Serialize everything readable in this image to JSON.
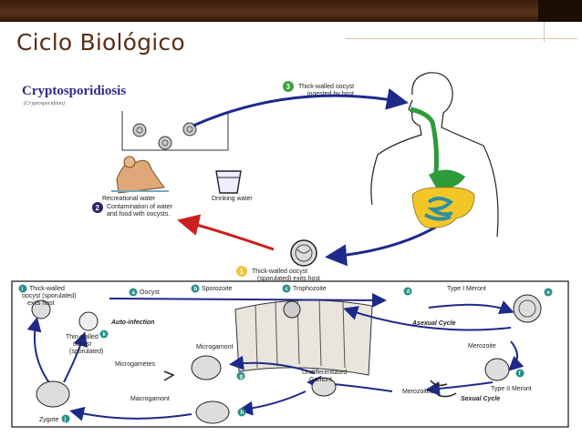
{
  "slide": {
    "title": "Ciclo Biológico"
  },
  "diagram": {
    "title": "Cryptosporidiosis",
    "subtitle": "(Cryptosporidium)",
    "upper": {
      "recreational_water": "Recreational water",
      "drinking_water": "Drinking water",
      "step2": {
        "num": "2",
        "text1": "Contamination of water",
        "text2": "and food with oocysts."
      },
      "step3": {
        "num": "3",
        "text1": "Thick-walled oocyst",
        "text2": "ingested by host"
      },
      "step1": {
        "num": "1",
        "text1": "Thick-walled oocyst",
        "text2": "(sporulated) exits host"
      }
    },
    "lower": {
      "thick_walled": {
        "num": "i",
        "text1": "Thick-walled",
        "text2": "oocyst (sporulated)",
        "text3": "exits host"
      },
      "oocyst": {
        "num": "a",
        "text": "Oocyst"
      },
      "sporozoite": {
        "num": "b",
        "text": "Sporozoite"
      },
      "trophozoite": {
        "num": "c",
        "text": "Trophozoite"
      },
      "type1": {
        "num": "d",
        "text": "Type I Meront"
      },
      "e_num": "e",
      "auto_infection": "Auto-infection",
      "thin_walled": {
        "num": "k",
        "text1": "Thin-walled",
        "text2": "oocyst",
        "text3": "(sporulated)"
      },
      "asexual": "Asexual Cycle",
      "merozoite": "Merozoite",
      "microgamont": {
        "num": "g",
        "text": "Microgamont"
      },
      "microgametes": "Microgametes",
      "undiff": {
        "text1": "Undifferentiated",
        "text2": "Gamont"
      },
      "type2": {
        "num": "f",
        "text": "Type II Meront"
      },
      "merozoites": "Merozoites",
      "sexual": "Sexual Cycle",
      "zygote": {
        "num": "j",
        "text": "Zygote"
      },
      "macrogamont": {
        "num": "h",
        "text": "Macrogamont"
      }
    }
  },
  "colors": {
    "title": "#5a2f16",
    "arrow_blue": "#1d2a8a",
    "arrow_red": "#cc1f1f",
    "badge": "#f2c33a",
    "badge_dark": "#2a1f6a",
    "step3_badge": "#3aa23a",
    "gut_green": "#2e9b3a",
    "gut_yellow": "#f2c629",
    "gut_teal": "#2e8fa0"
  }
}
